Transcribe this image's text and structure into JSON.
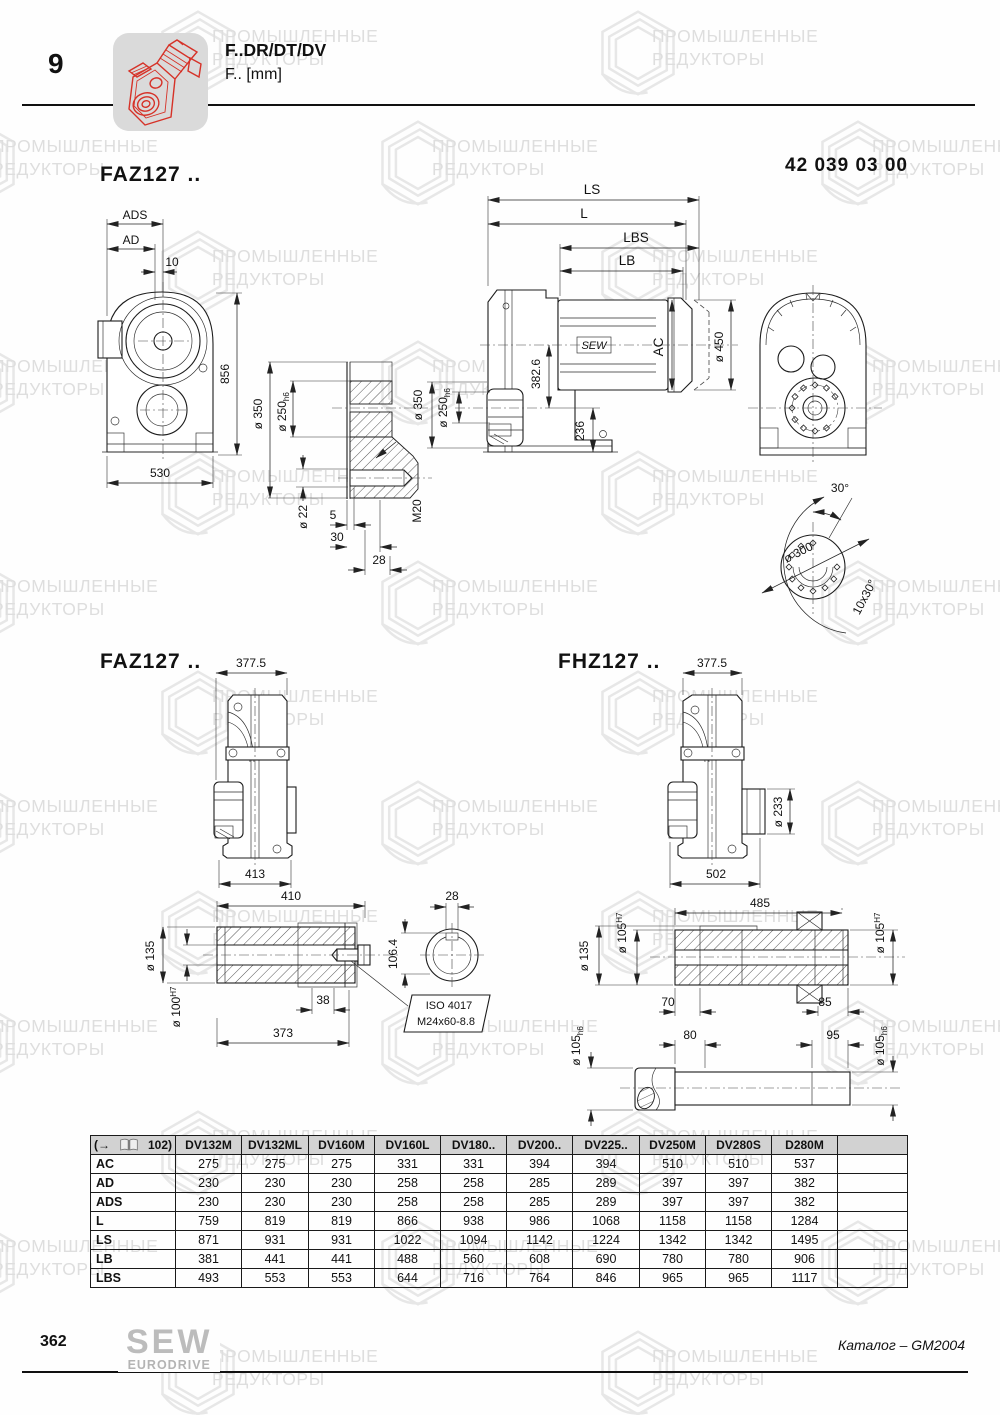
{
  "header": {
    "chapter_number": "9",
    "title": "F..DR/DT/DV",
    "subtitle": "F.. [mm]"
  },
  "part_number": "42 039 03 00",
  "watermark": {
    "line1": "ПРОМЫШЛЕННЫЕ",
    "line2": "РЕДУКТОРЫ"
  },
  "sections": {
    "faz127_top": "FAZ127 ..",
    "faz127_bottom": "FAZ127 ..",
    "fhz127": "FHZ127 .."
  },
  "dims": {
    "front": {
      "ads": "ADS",
      "ad": "AD",
      "d10": "10",
      "h856": "856",
      "w530": "530"
    },
    "flange": {
      "dia350": "ø 350",
      "dia250": "ø 250",
      "tol250": "h6",
      "dia22": "ø 22",
      "d5": "5",
      "d30": "30",
      "d28": "28",
      "m20": "M20"
    },
    "side": {
      "ls": "LS",
      "l": "L",
      "lbs": "LBS",
      "lb": "LB",
      "brand": "SEW",
      "dia350": "ø 350",
      "dia250": "ø 250",
      "tol250": "h6",
      "h3826": "382.6",
      "h236": "236",
      "ac": "AC",
      "dia450": "ø 450"
    },
    "bolt_circle": {
      "angle30": "30°",
      "dia300": "ø 300",
      "holes": "10x30°"
    },
    "faz_profile": {
      "w3775": "377.5",
      "w413": "413"
    },
    "fhz_profile": {
      "w3775": "377.5",
      "dia233": "ø 233",
      "w502": "502"
    },
    "hollow_shaft": {
      "w410": "410",
      "dia135": "ø 135",
      "dia100": "ø 100",
      "tol100": "H7",
      "d38": "38",
      "w373": "373",
      "d28": "28",
      "h1064": "106.4",
      "iso_line1": "ISO 4017",
      "iso_line2": "M24x60-8.8"
    },
    "output_shaft": {
      "w485": "485",
      "dia105": "ø 105",
      "tol_H7": "H7",
      "tol_h6": "h6",
      "dia135": "ø 135",
      "d70": "70",
      "d85": "85",
      "d80": "80",
      "d95": "95"
    }
  },
  "table": {
    "ref_prefix": "(→",
    "ref_page": "102)",
    "columns": [
      "DV132M",
      "DV132ML",
      "DV160M",
      "DV160L",
      "DV180..",
      "DV200..",
      "DV225..",
      "DV250M",
      "DV280S",
      "D280M"
    ],
    "rows": [
      {
        "label": "AC",
        "values": [
          "275",
          "275",
          "275",
          "331",
          "331",
          "394",
          "394",
          "510",
          "510",
          "537"
        ]
      },
      {
        "label": "AD",
        "values": [
          "230",
          "230",
          "230",
          "258",
          "258",
          "285",
          "289",
          "397",
          "397",
          "382"
        ]
      },
      {
        "label": "ADS",
        "values": [
          "230",
          "230",
          "230",
          "258",
          "258",
          "285",
          "289",
          "397",
          "397",
          "382"
        ]
      },
      {
        "label": "L",
        "values": [
          "759",
          "819",
          "819",
          "866",
          "938",
          "986",
          "1068",
          "1158",
          "1158",
          "1284"
        ]
      },
      {
        "label": "LS",
        "values": [
          "871",
          "931",
          "931",
          "1022",
          "1094",
          "1142",
          "1224",
          "1342",
          "1342",
          "1495"
        ]
      },
      {
        "label": "LB",
        "values": [
          "381",
          "441",
          "441",
          "488",
          "560",
          "608",
          "690",
          "780",
          "780",
          "906"
        ]
      },
      {
        "label": "LBS",
        "values": [
          "493",
          "553",
          "553",
          "644",
          "716",
          "764",
          "846",
          "965",
          "965",
          "1117"
        ]
      }
    ]
  },
  "footer": {
    "page_number": "362",
    "logo_top": "SEW",
    "logo_bottom": "EURODRIVE",
    "catalog_ref": "Каталог – GM2004"
  }
}
